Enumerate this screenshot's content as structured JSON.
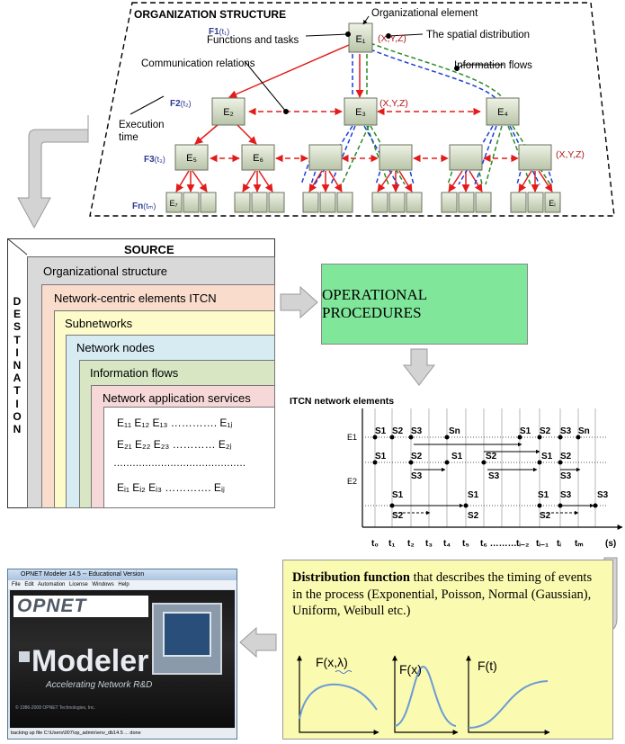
{
  "org": {
    "title": "ORGANIZATION STRUCTURE",
    "f1_label": "F1",
    "f1_t": "(t₁)",
    "f2_label": "F2",
    "f2_t": "(t₂)",
    "f3_label": "F3",
    "f3_t": "(t₃)",
    "fn_label": "Fn",
    "fn_t": "(tₘ)",
    "xyz": "(X,Y,Z)",
    "annotations": {
      "org_element": "Organizational element",
      "functions": "Functions and tasks",
      "spatial": "The spatial distribution",
      "comm": "Communication relations",
      "info_flows": "Information flows",
      "exec_time_1": "Execution",
      "exec_time_2": "time"
    },
    "nodes": {
      "e1": "E₁",
      "e2": "E₂",
      "e3": "E₃",
      "e4": "E₄",
      "e5": "E₅",
      "e6": "E₆",
      "e7": "E₇",
      "ei": "Eᵢ"
    }
  },
  "source": {
    "title": "SOURCE",
    "destination": [
      "D",
      "E",
      "S",
      "T",
      "I",
      "N",
      "A",
      "T",
      "I",
      "O",
      "N"
    ],
    "layers": [
      {
        "label": "Organizational structure",
        "color": "#d9d9d9"
      },
      {
        "label": "Network-centric elements ITCN",
        "color": "#f9dccc"
      },
      {
        "label": "Subnetworks",
        "color": "#fdfbc9"
      },
      {
        "label": "Network nodes",
        "color": "#d7ebf3"
      },
      {
        "label": "Information flows",
        "color": "#d8e6c4"
      },
      {
        "label": "Network application services",
        "color": "#f6d8d8"
      }
    ],
    "matrix": {
      "row1": "E₁₁  E₁₂  E₁₃ …………. E₁ⱼ",
      "row2": "E₂₁  E₂₂  E₂₃ ………… E₂ⱼ",
      "dots": "……………………………………",
      "row3": "Eᵢ₁  Eᵢ₂  Eᵢ₃ …………. Eᵢⱼ"
    }
  },
  "operational": {
    "title": "OPERATIONAL PROCEDURES",
    "color": "#7fe69a"
  },
  "timeline": {
    "title": "ITCN network elements",
    "e1": "E1",
    "e2": "E2",
    "s1": "S1",
    "s2": "S2",
    "s3": "S3",
    "sn": "Sn",
    "axis_unit": "(s)",
    "ticks": [
      "t₀",
      "t₁",
      "t₂",
      "t₃",
      "t₄",
      "t₅",
      "t₆ ………",
      "tᵢ₋₂",
      "tᵢ₋₁",
      "tᵢ",
      "tₘ"
    ]
  },
  "distribution": {
    "bold": "Distribution function",
    "rest": " that describes the timing of events in the process (Exponential, Poisson, Normal (Gaussian), Uniform, Weibull etc.)",
    "f1": "F(x,λ)",
    "f2": "F(x)",
    "f3": "F(t)"
  },
  "opnet": {
    "window_title": "OPNET Modeler 14.5 -- Educational Version",
    "menu": "File  Edit  Automation  License  Windows  Help",
    "logo": "OPNET",
    "product": "Modeler",
    "tagline": "Accelerating Network R&D",
    "copyright": "© 1986-2008 OPNET Technologies, Inc.",
    "status": "backing up file C:\\Users\\007\\op_admin\\env_db14.5 ... done"
  }
}
